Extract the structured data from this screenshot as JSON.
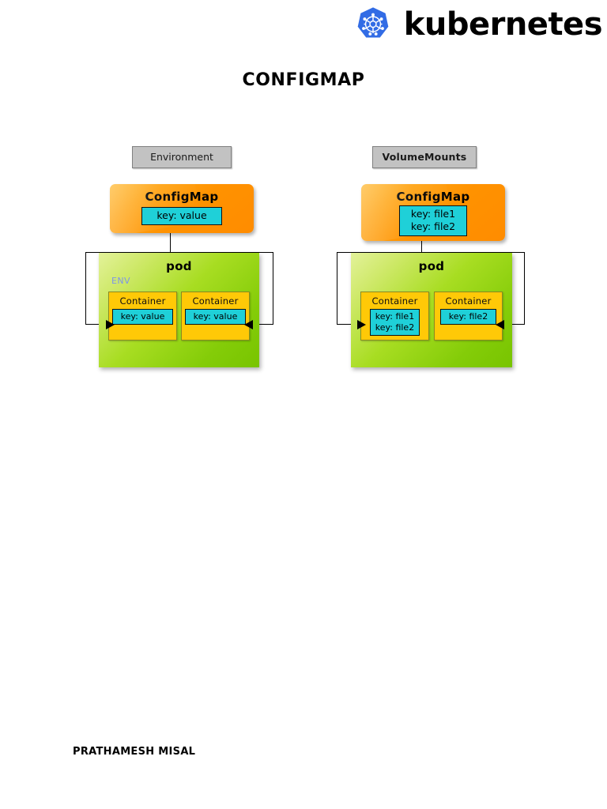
{
  "brand": {
    "logo_icon": "kubernetes-helm-wheel-icon",
    "wordmark": "kubernetes",
    "logo_color": "#326CE5"
  },
  "page_title": "CONFIGMAP",
  "byline": "PRATHAMESH MISAL",
  "colors": {
    "configmap_orange": "#FF9200",
    "pod_green": "#A8DD22",
    "container_gold": "#FFC907",
    "key_cyan": "#1FD0D8",
    "chip_gray": "#C2C2C2",
    "env_label_blue": "#7D95E8"
  },
  "panels": [
    {
      "id": "environment",
      "caption": "Environment",
      "configmap": {
        "title": "ConfigMap",
        "keys": [
          "key: value"
        ]
      },
      "pod": {
        "title": "pod",
        "env_label": "ENV",
        "containers": [
          {
            "title": "Container",
            "keys": [
              "key: value"
            ]
          },
          {
            "title": "Container",
            "keys": [
              "key: value"
            ]
          }
        ]
      }
    },
    {
      "id": "volumemounts",
      "caption": "VolumeMounts",
      "configmap": {
        "title": "ConfigMap",
        "keys": [
          "key: file1",
          "key: file2"
        ]
      },
      "pod": {
        "title": "pod",
        "env_label": "",
        "containers": [
          {
            "title": "Container",
            "keys": [
              "key: file1",
              "key: file2"
            ]
          },
          {
            "title": "Container",
            "keys": [
              "key: file2"
            ]
          }
        ]
      }
    }
  ]
}
